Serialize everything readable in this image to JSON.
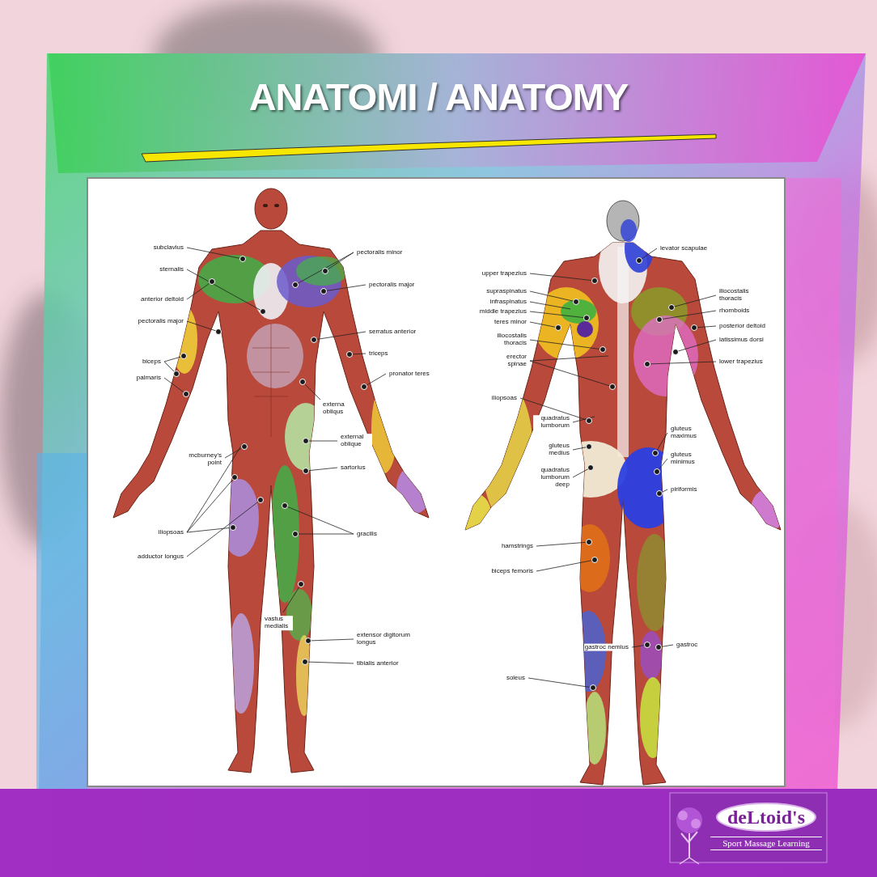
{
  "diagram": {
    "title": "ANATOMI / ANATOMY",
    "nodes": [
      {
        "text": [
          "deLtoid's",
          "Sport Massage Learning"
        ]
      }
    ],
    "labels": [
      "subclavius",
      "sternalis",
      "anterior deltoid",
      "pectoralis major",
      "biceps",
      "palmaris",
      "mcburney's point",
      "iliopsoas",
      "adductor longus",
      "pectoralis minor",
      "pectoralis major",
      "serratus anterior",
      "triceps",
      "pronator teres",
      "externa obliqus",
      "external oblique",
      "sartorius",
      "gracilis",
      "vastus medialis",
      "extensor digitorum longus",
      "tibialis anterior",
      "upper trapezius",
      "supraspinatus",
      "infraspinatus",
      "middle trapezius",
      "teres minor",
      "iliocostalis thoracis",
      "erector spinae",
      "iliopsoas",
      "quadratus lumborum",
      "gluteus medius",
      "quadratus lumborum deep",
      "hamstrings",
      "biceps femoris",
      "soleus",
      "levator scapulae",
      "iliocostalis thoracis",
      "rhomboids",
      "posterior deltoid",
      "latissimus dorsi",
      "lower trapezius",
      "gluteus maximus",
      "gluteus minimus",
      "piriformis",
      "gastroc nemius",
      "gastroc"
    ]
  }
}
